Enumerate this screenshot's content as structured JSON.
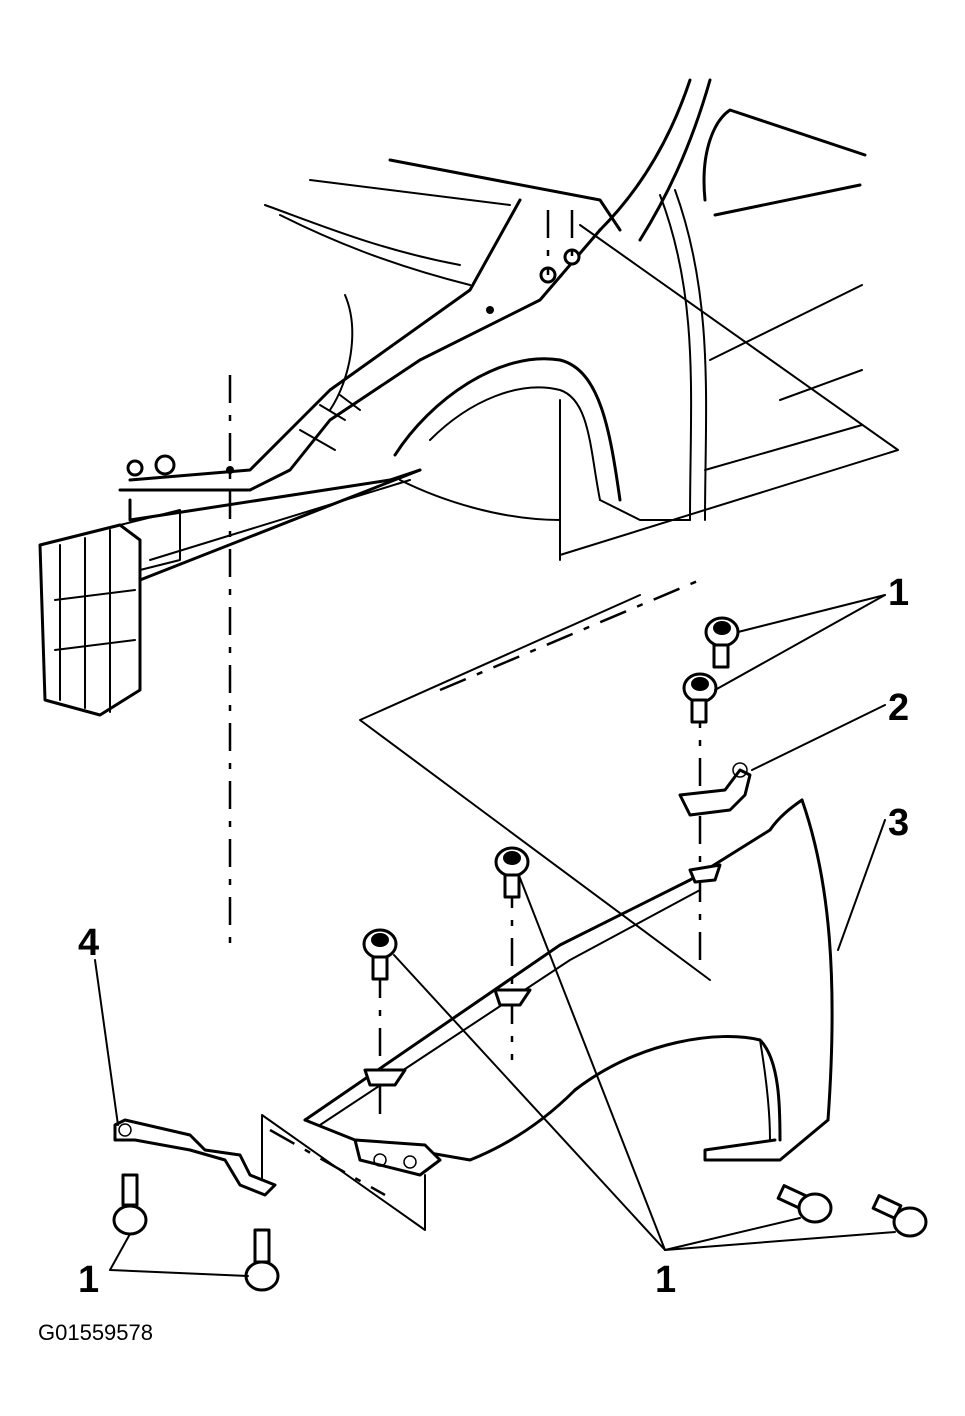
{
  "figure_id": "G01559578",
  "callouts": {
    "c1_top": "1",
    "c2": "2",
    "c3": "3",
    "c4": "4",
    "c1_bottom_left": "1",
    "c1_bottom_right": "1"
  },
  "colors": {
    "ink": "#000000",
    "paper": "#ffffff"
  }
}
